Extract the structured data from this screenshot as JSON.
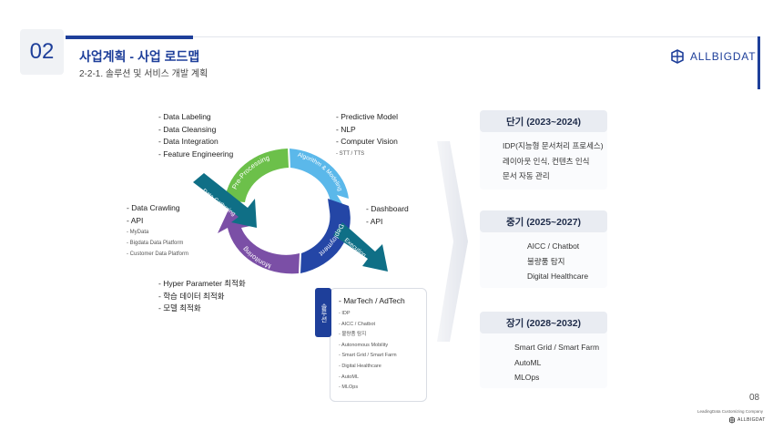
{
  "header": {
    "section_number": "02",
    "title": "사업계획 - 사업 로드맵",
    "subtitle": "2-2-1. 솔루션 및 서비스 개발 계획",
    "logo_text": "ALLBIGDAT"
  },
  "cycle": {
    "segments": [
      {
        "label": "Pre-Processing",
        "color": "#6cc04a"
      },
      {
        "label": "Algorithm & Modeling",
        "color": "#5bb8ea"
      },
      {
        "label": "Deployment",
        "color": "#2446a6"
      },
      {
        "label": "Monitoring",
        "color": "#7b4fa6"
      },
      {
        "label": "Data Gathering",
        "color": "#0f6f86"
      },
      {
        "label": "Executing",
        "color": "#0f6f86"
      }
    ]
  },
  "labels": {
    "preprocessing": [
      "- Data Labeling",
      "- Data Cleansing",
      "- Data Integration",
      "- Feature Engineering"
    ],
    "modeling": [
      "- Predictive Model",
      "- NLP",
      "- Computer Vision"
    ],
    "modeling_small": "- STT / TTS",
    "gathering": [
      "- Data Crawling",
      "- API"
    ],
    "gathering_small": [
      "- MyData",
      "- Bigdata Data Platform",
      "- Customer Data Platform"
    ],
    "executing": [
      "- Dashboard",
      "- API"
    ],
    "monitoring": [
      "- Hyper Parameter 최적화",
      "- 학습 데이터 최적화",
      "- 모델 최적화"
    ]
  },
  "martech": {
    "tab": "솔루션",
    "title": "- MarTech / AdTech",
    "items": [
      "- IDP",
      "- AICC / Chatbot",
      "- 불량품 탐지",
      "- Autonomous Mobility",
      "- Smart Grid / Smart Farm",
      "- Digital Healthcare",
      "- AutoML",
      "- MLOps"
    ]
  },
  "phases": [
    {
      "title": "단기 (2023~2024)",
      "items": [
        "IDP(지능형 문서처리 프로세스)",
        "레이아웃 인식, 컨텐츠 인식",
        "문서 자동 관리"
      ]
    },
    {
      "title": "중기 (2025~2027)",
      "items": [
        "AICC / Chatbot",
        "불량품 탐지",
        "Digital Healthcare"
      ]
    },
    {
      "title": "장기 (2028~2032)",
      "items": [
        "Smart Grid / Smart Farm",
        "AutoML",
        "MLOps"
      ]
    }
  ],
  "footer": {
    "page_number": "08",
    "tagline": "LeadingData Customizing Company",
    "logo_text": "ALLBIGDAT"
  }
}
